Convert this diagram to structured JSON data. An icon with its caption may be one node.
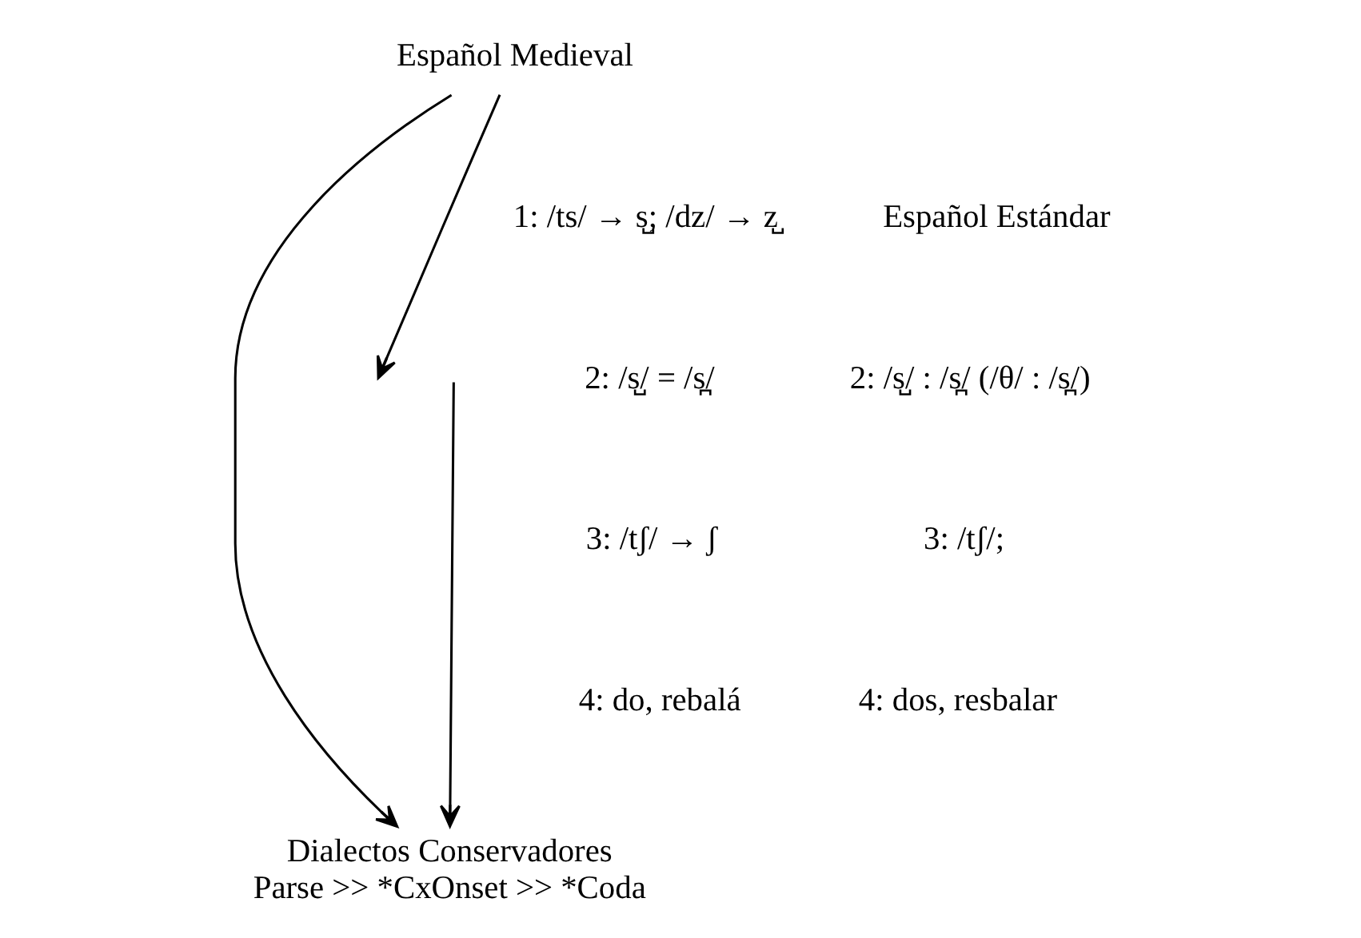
{
  "diagram": {
    "nodes": [
      {
        "text": [
          "Español Medieval"
        ]
      },
      {
        "text": [
          "Dialectos Conservadores",
          "Parse >> *CxOnset >> *Coda"
        ]
      }
    ],
    "edges": [
      {
        "from": 0,
        "to": 1,
        "arrow": "to"
      },
      {
        "from": 0,
        "to": null,
        "arrow": "to"
      },
      {
        "from": null,
        "to": 1,
        "arrow": "to"
      }
    ],
    "labels": [
      "1: /ts/ → s̺; /dz/ → z̺",
      "Español Estándar",
      "2: /s̺/ = /s̪/",
      "2: /s̺/ : /s̪/ (/θ/ : /s̪/)",
      "3: /tʃ/;",
      "4: dos, resbalar",
      "3: /tʃ/ → ʃ",
      "4: do, rebalá"
    ]
  }
}
